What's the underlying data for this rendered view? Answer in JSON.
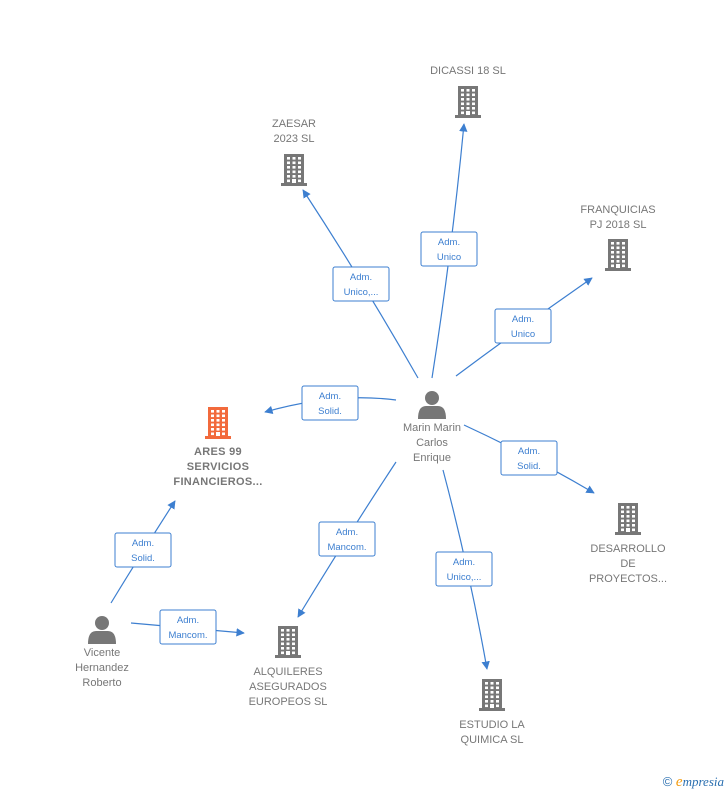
{
  "colors": {
    "edge": "#3d7fd0",
    "node": "#777777",
    "focus_node": "#f26a3c",
    "label": "#777777"
  },
  "nodes": [
    {
      "id": "marin",
      "type": "person",
      "lines": [
        "Marin Marin",
        "Carlos",
        "Enrique"
      ]
    },
    {
      "id": "vicente",
      "type": "person",
      "lines": [
        "Vicente",
        "Hernandez",
        "Roberto"
      ]
    },
    {
      "id": "ares",
      "type": "company",
      "focus": true,
      "lines": [
        "ARES 99",
        "SERVICIOS",
        "FINANCIEROS..."
      ]
    },
    {
      "id": "dicassi",
      "type": "company",
      "lines": [
        "DICASSI 18  SL"
      ]
    },
    {
      "id": "zaesar",
      "type": "company",
      "lines": [
        "ZAESAR",
        "2023  SL"
      ]
    },
    {
      "id": "franquicias",
      "type": "company",
      "lines": [
        "FRANQUICIAS",
        "PJ 2018  SL"
      ]
    },
    {
      "id": "desarrollo",
      "type": "company",
      "lines": [
        "DESARROLLO",
        "DE",
        "PROYECTOS..."
      ]
    },
    {
      "id": "estudio",
      "type": "company",
      "lines": [
        "ESTUDIO LA",
        "QUIMICA  SL"
      ]
    },
    {
      "id": "alquileres",
      "type": "company",
      "lines": [
        "ALQUILERES",
        "ASEGURADOS",
        "EUROPEOS  SL"
      ]
    }
  ],
  "edges": [
    {
      "from": "marin",
      "to": "dicassi",
      "label": [
        "Adm.",
        "Unico"
      ]
    },
    {
      "from": "marin",
      "to": "zaesar",
      "label": [
        "Adm.",
        "Unico,..."
      ]
    },
    {
      "from": "marin",
      "to": "franquicias",
      "label": [
        "Adm.",
        "Unico"
      ]
    },
    {
      "from": "marin",
      "to": "ares",
      "label": [
        "Adm.",
        "Solid."
      ]
    },
    {
      "from": "marin",
      "to": "desarrollo",
      "label": [
        "Adm.",
        "Solid."
      ]
    },
    {
      "from": "marin",
      "to": "alquileres",
      "label": [
        "Adm.",
        "Mancom."
      ]
    },
    {
      "from": "marin",
      "to": "estudio",
      "label": [
        "Adm.",
        "Unico,..."
      ]
    },
    {
      "from": "vicente",
      "to": "ares",
      "label": [
        "Adm.",
        "Solid."
      ]
    },
    {
      "from": "vicente",
      "to": "alquileres",
      "label": [
        "Adm.",
        "Mancom."
      ]
    }
  ],
  "footer": {
    "copyright_symbol": "©",
    "brand_initial": "e",
    "brand_rest": "mpresia"
  }
}
